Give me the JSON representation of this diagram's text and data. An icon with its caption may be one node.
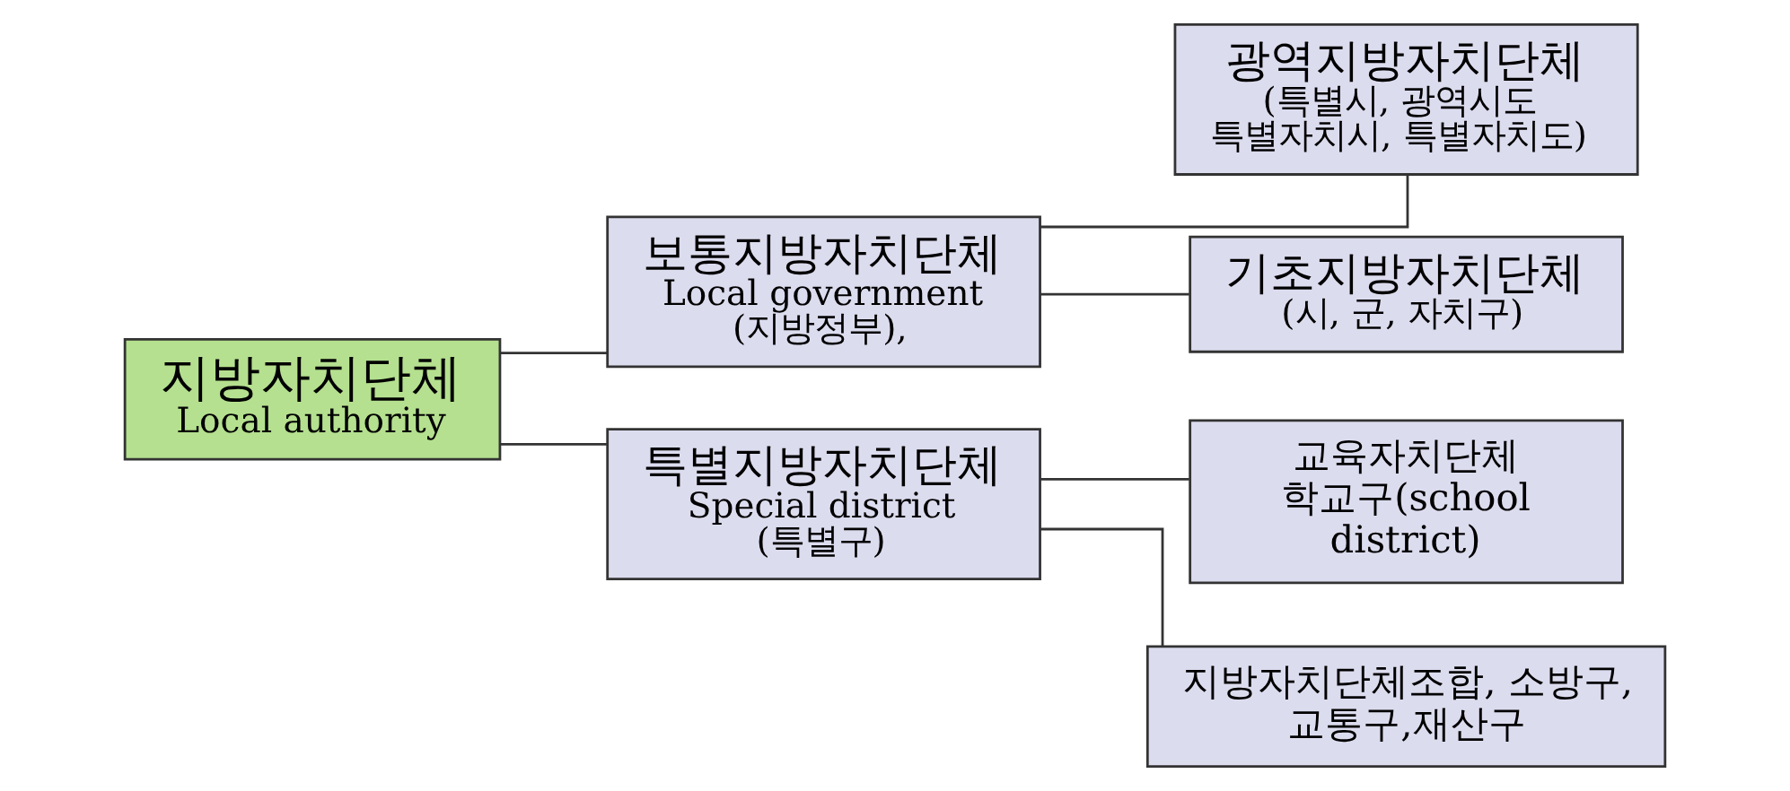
{
  "diagram": {
    "nodes": [
      {
        "text": [
          "지방자치단체",
          "Local authority"
        ]
      },
      {
        "text": [
          "보통지방자치단체",
          "Local government",
          "(지방정부),"
        ]
      },
      {
        "text": [
          "특별지방자치단체",
          "Special district",
          "(특별구)"
        ]
      },
      {
        "text": [
          "광역지방자치단체",
          "(특별시, 광역시도 특별자치시, 특별자치도)"
        ]
      },
      {
        "text": [
          "기초지방자치단체",
          "(시, 군, 자치구)"
        ]
      },
      {
        "text": [
          "교육자치단체 학교구(school district)"
        ]
      },
      {
        "text": [
          "지방자치단체조합, 소방구, 교통구,재산구"
        ]
      }
    ],
    "edges": [
      {
        "from": 0,
        "to": 1,
        "arrow": "none"
      },
      {
        "from": 0,
        "to": 2,
        "arrow": "none"
      },
      {
        "from": 1,
        "to": 3,
        "arrow": "none"
      },
      {
        "from": 1,
        "to": 4,
        "arrow": "none"
      },
      {
        "from": 2,
        "to": 5,
        "arrow": "none"
      },
      {
        "from": 2,
        "to": 6,
        "arrow": "none"
      }
    ]
  }
}
